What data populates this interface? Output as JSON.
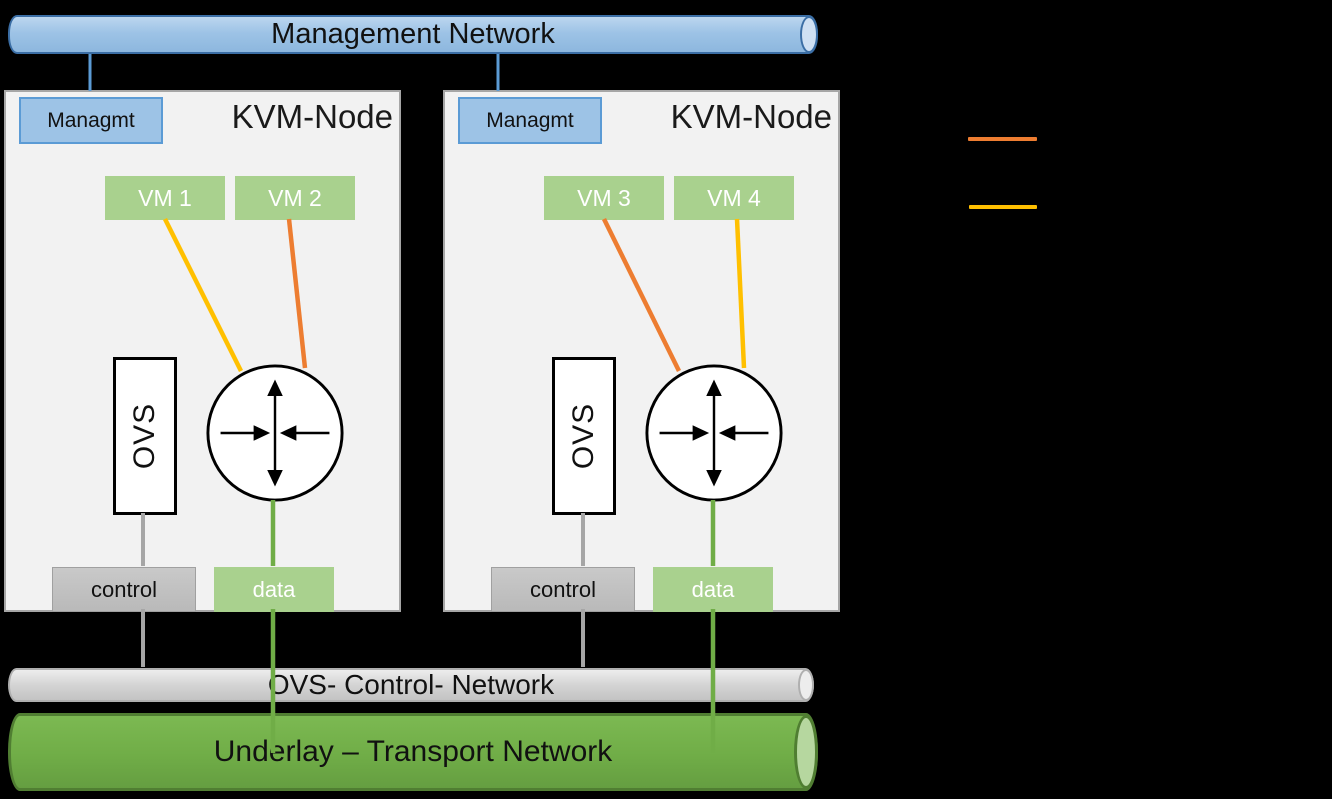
{
  "management_bar": {
    "label": "Management Network"
  },
  "nodes": [
    {
      "title": "KVM-Node",
      "managmt_label": "Managmt",
      "vm1": "VM 1",
      "vm2": "VM 2",
      "ovs_label": "OVS",
      "control_label": "control",
      "data_label": "data"
    },
    {
      "title": "KVM-Node",
      "managmt_label": "Managmt",
      "vm1": "VM 3",
      "vm2": "VM 4",
      "ovs_label": "OVS",
      "control_label": "control",
      "data_label": "data"
    }
  ],
  "control_bar": {
    "label": "OVS- Control- Network"
  },
  "underlay_bar": {
    "label": "Underlay – Transport Network"
  },
  "legend": {
    "overlay_line_1_color": "#ED7D31",
    "overlay_line_2_color": "#FFC000"
  },
  "colors": {
    "background": "#000000",
    "management_fill": "#9DC3E6",
    "management_border": "#3B6EA5",
    "node_fill": "#F2F2F2",
    "node_border": "#A6A6A6",
    "vm_fill": "#A9D18E",
    "control_fill": "#BFBFBF",
    "data_fill": "#A9D18E",
    "control_bar_fill": "#D9D9D9",
    "underlay_fill": "#70AD47",
    "underlay_border": "#507E32",
    "overlay_orange": "#ED7D31",
    "overlay_yellow": "#FFC000",
    "connector_blue": "#5B9BD5",
    "connector_gray": "#A6A6A6",
    "connector_green": "#70AD47"
  }
}
